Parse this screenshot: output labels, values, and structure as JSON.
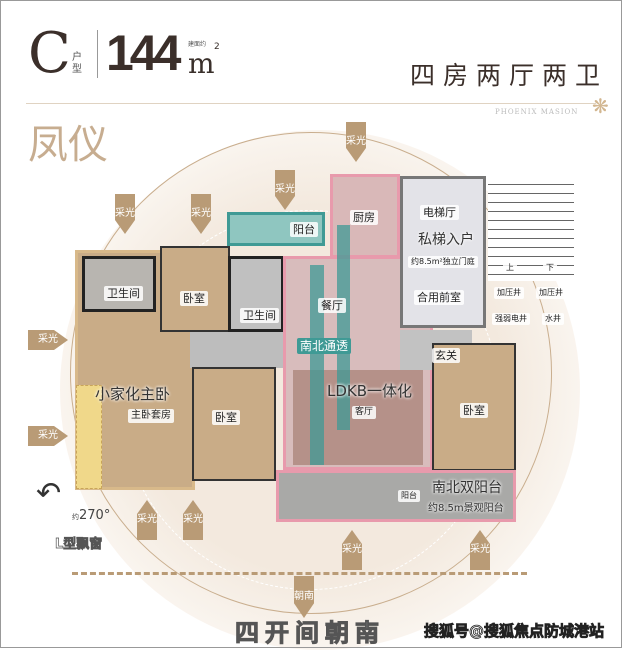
{
  "header": {
    "unit_letter": "C",
    "unit_type_label": "户型",
    "area": "144",
    "area_unit": "m",
    "area_note": "建面约",
    "area_sup": "2",
    "layout_title": "四房两厅两卫",
    "brand_en": "PHOENIX MASION",
    "project_name": "凤仪"
  },
  "rooms": {
    "master_bath": "卫生间",
    "bedroom_a": "卧室",
    "bath_b": "卫生间",
    "balcony_n": "阳台",
    "kitchen": "厨房",
    "elevator_hall": "电梯厅",
    "private_entry": "私梯入户",
    "private_entry_note": "约8.5m²独立门庭",
    "shared_lobby": "合用前室",
    "pressure_shaft_1": "加压井",
    "pressure_shaft_2": "加压井",
    "elec_shaft": "强弱电井",
    "water_shaft": "水井",
    "stair_up": "上",
    "stair_down": "下",
    "dining": "餐厅",
    "ns_through": "南北通透",
    "foyer": "玄关",
    "ldkb": "LDKB一体化",
    "living": "客厅",
    "master_suite_title": "小家化主卧",
    "master_suite_sub": "主卧套房",
    "bedroom_b": "卧室",
    "bedroom_c": "卧室",
    "balcony_s_small": "阳台",
    "balcony_s": "南北双阳台",
    "balcony_s_note": "约8.5m景观阳台"
  },
  "annotations": {
    "light": "采光",
    "bay_angle": "270°",
    "bay_prefix": "约",
    "bay_window": "L型飘窗",
    "south": "朝南",
    "bottom_title": "四开间朝南",
    "watermark": "搜狐号@搜狐焦点防城港站"
  },
  "colors": {
    "tan": "#b99b76",
    "pink": "#e89aac",
    "teal": "#3f9a95",
    "gold": "#f0d88a"
  }
}
